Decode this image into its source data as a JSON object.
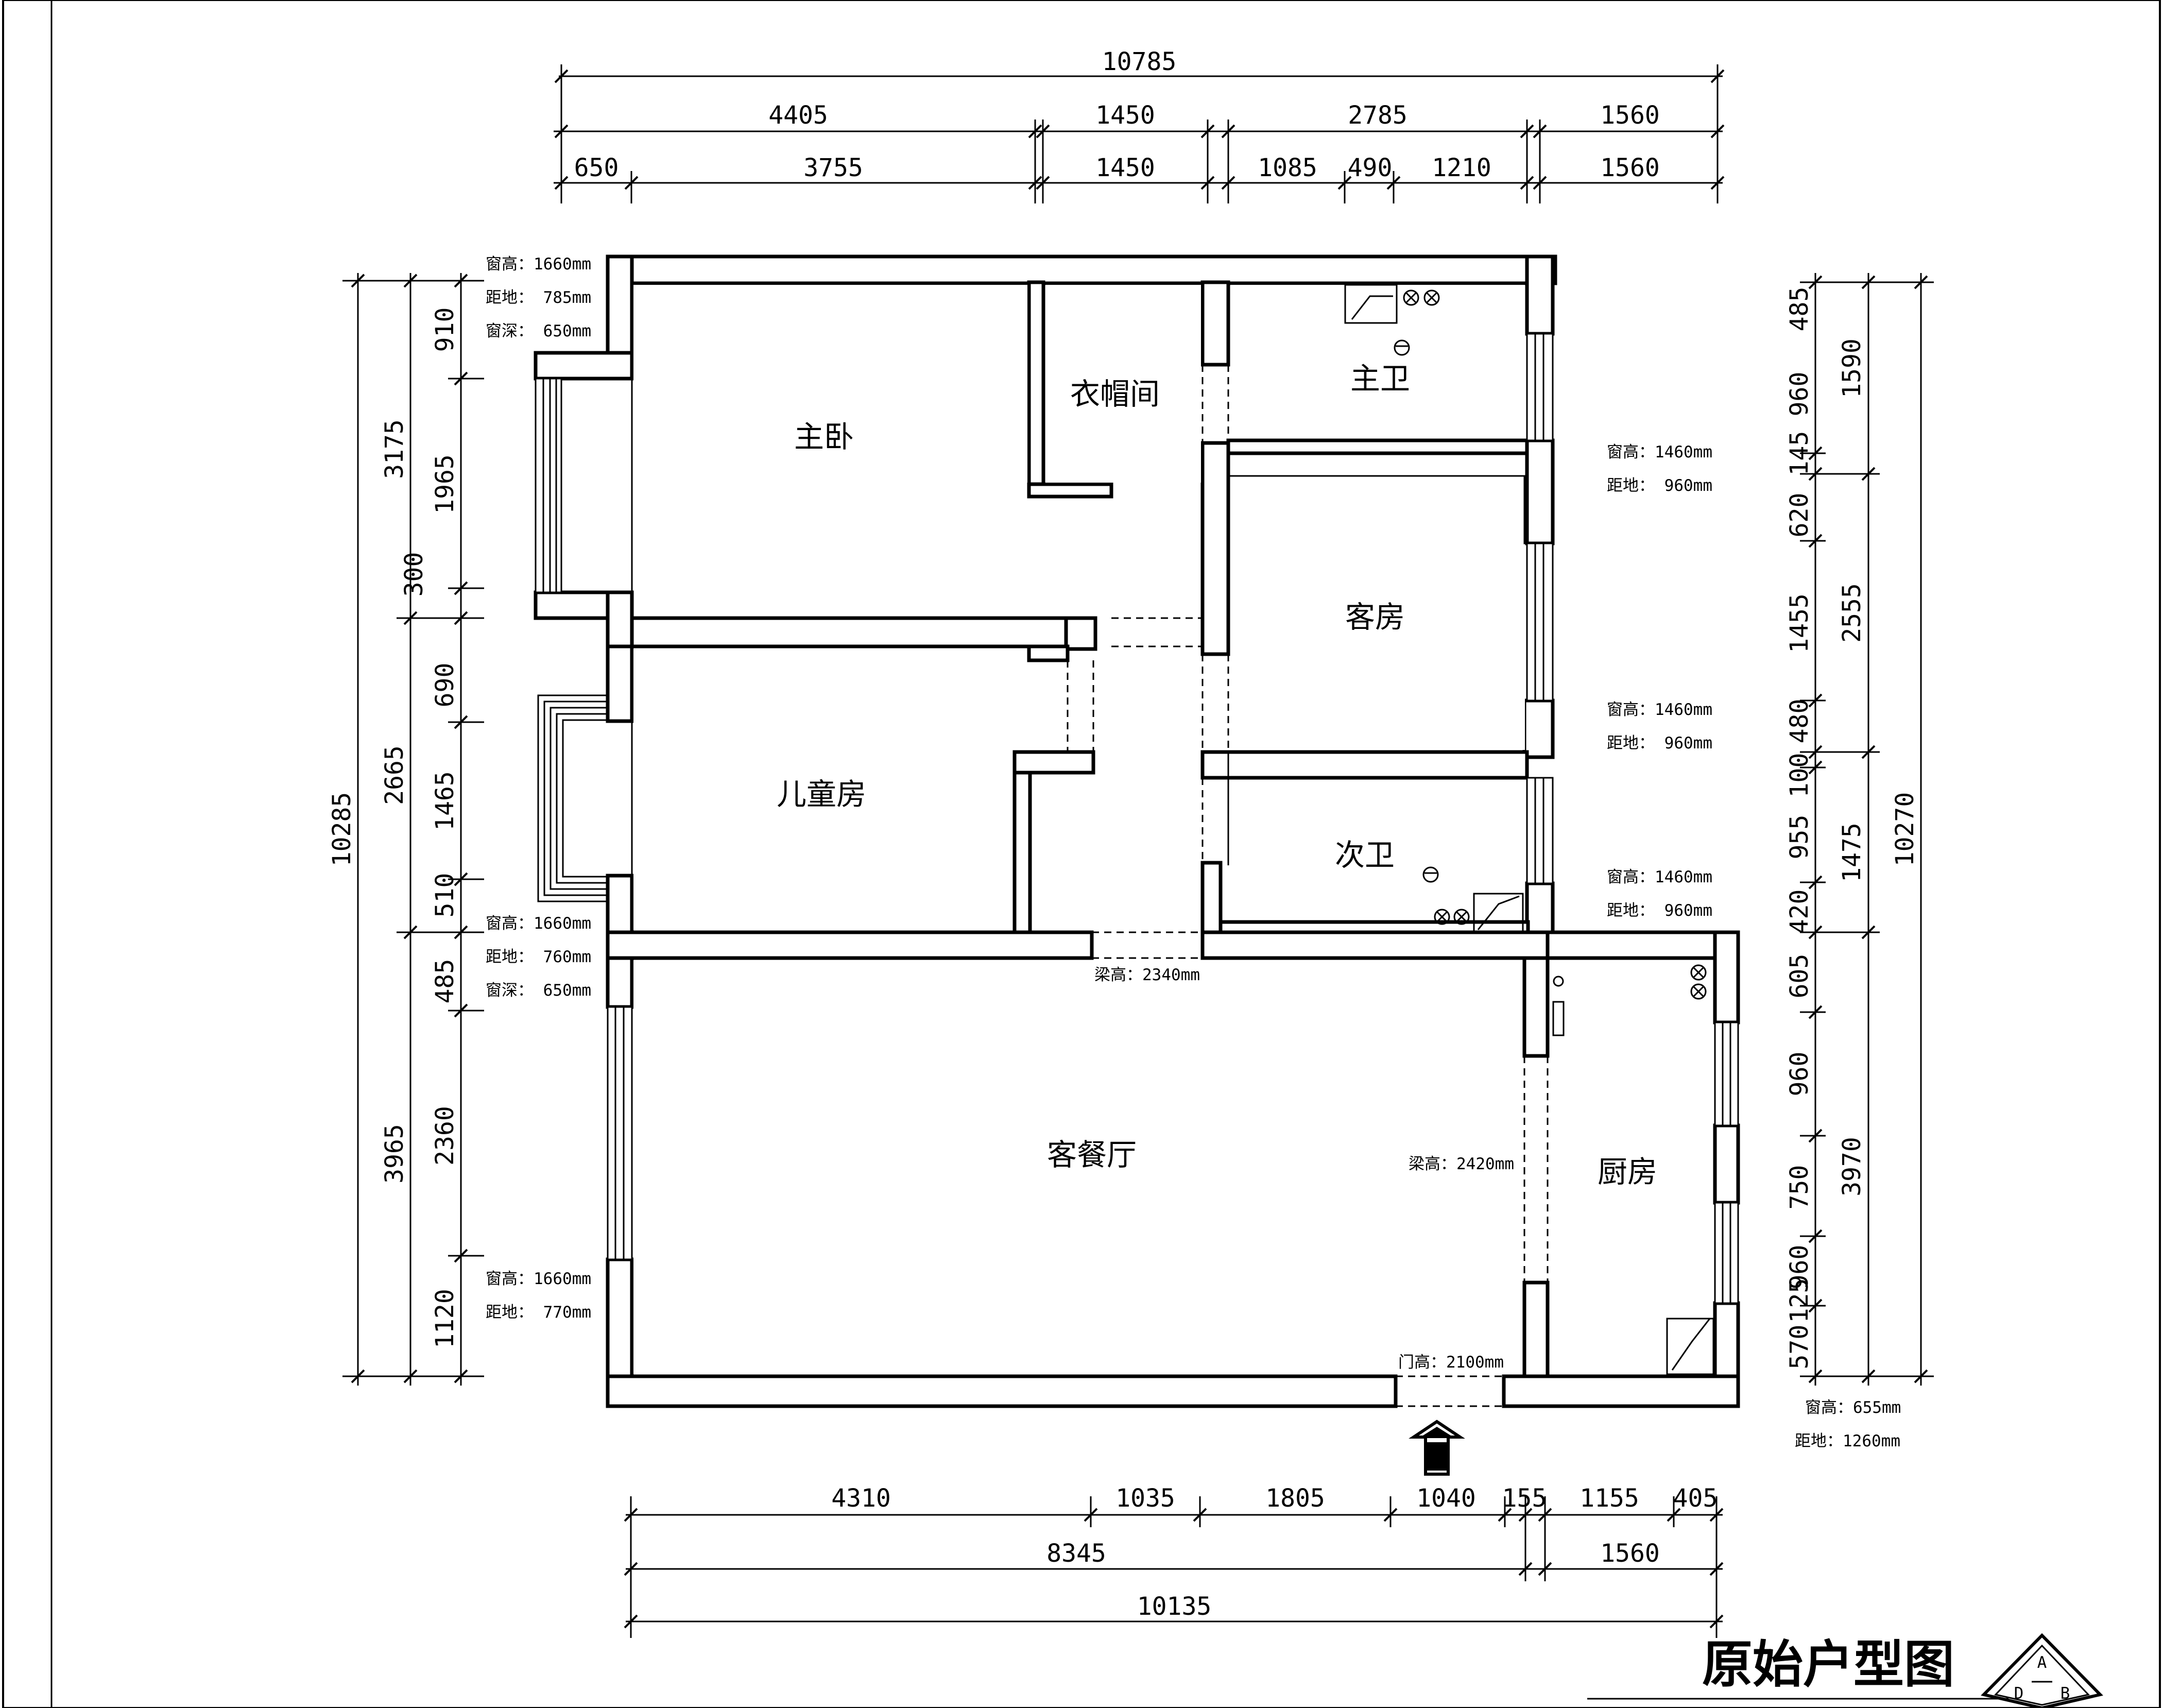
{
  "title": "原始户型图",
  "compass_letters": [
    "A",
    "B",
    "D"
  ],
  "rooms": {
    "master_bedroom": "主卧",
    "closet": "衣帽间",
    "master_bath": "主卫",
    "guest_room": "客房",
    "kids_room": "儿童房",
    "second_bath": "次卫",
    "living_dining": "客餐厅",
    "kitchen": "厨房"
  },
  "top_dimensions": {
    "total": "10785",
    "row2": [
      "4405",
      "1450",
      "2785",
      "1560"
    ],
    "row3": [
      "650",
      "3755",
      "1450",
      "1085",
      "490",
      "1210",
      "1560"
    ]
  },
  "bottom_dimensions": {
    "row1": [
      "4310",
      "1035",
      "1805",
      "1040",
      "155",
      "1155",
      "405"
    ],
    "row2": [
      "8345",
      "1560"
    ],
    "total": "10135"
  },
  "left_dimensions": {
    "total": "10285",
    "mid": [
      "3175",
      "2665",
      "3965"
    ],
    "inner": [
      "910",
      "1965",
      "300",
      "690",
      "1465",
      "510",
      "485",
      "2360",
      "1120"
    ]
  },
  "right_dimensions": {
    "total": "10270",
    "mid": [
      "1590",
      "2555",
      "1475",
      "3970"
    ],
    "inner": [
      "485",
      "960",
      "145",
      "620",
      "1455",
      "480",
      "100",
      "955",
      "420",
      "605",
      "960",
      "750",
      "960",
      "125",
      "570"
    ]
  },
  "notes": {
    "lw1": [
      "窗高：1660mm",
      "距地： 785mm",
      "窗深： 650mm"
    ],
    "lw2": [
      "窗高：1660mm",
      "距地： 760mm",
      "窗深： 650mm"
    ],
    "lw3": [
      "窗高：1660mm",
      "距地： 770mm"
    ],
    "rw1": [
      "窗高：1460mm",
      "距地： 960mm"
    ],
    "rw2": [
      "窗高：1460mm",
      "距地： 960mm"
    ],
    "rw3": [
      "窗高：1460mm",
      "距地： 960mm"
    ],
    "kw": [
      "窗高：655mm",
      "距地：1260mm"
    ],
    "beam1": "梁高：2340mm",
    "beam2": "梁高：2420mm",
    "door": "门高：2100mm"
  }
}
